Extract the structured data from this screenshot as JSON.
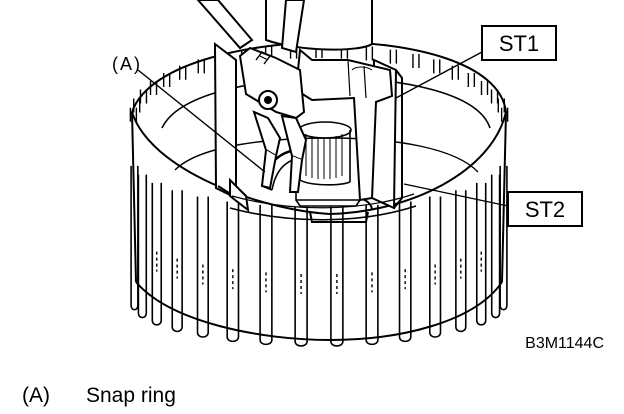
{
  "labels": {
    "st1": "ST1",
    "st2": "ST2",
    "a": "(A)",
    "figure_code": "B3M1144C"
  },
  "legend": {
    "key": "(A)",
    "text": "Snap ring"
  }
}
